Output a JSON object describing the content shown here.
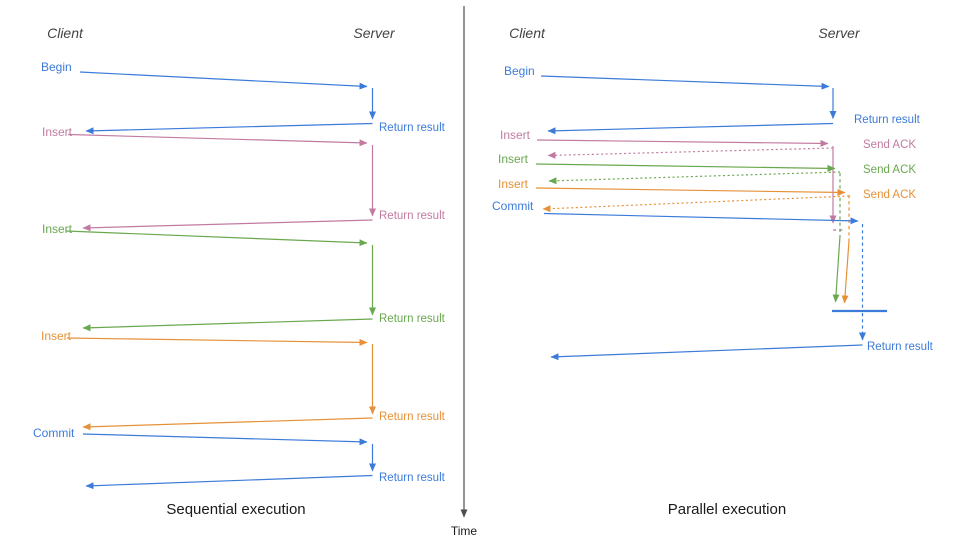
{
  "colors": {
    "blue": "#3c7bd9",
    "pink": "#c27ba0",
    "green": "#6aa84f",
    "orange": "#e69138",
    "axis": "#4d4d4d",
    "header": "#434343",
    "title": "#1a1a1a"
  },
  "time_axis": {
    "label": "Time"
  },
  "sequential": {
    "client_header": "Client",
    "server_header": "Server",
    "title": "Sequential execution",
    "calls": [
      {
        "label": "Begin",
        "result": "Return result",
        "color": "blue"
      },
      {
        "label": "Insert",
        "result": "Return result",
        "color": "pink"
      },
      {
        "label": "Insert",
        "result": "Return result",
        "color": "green"
      },
      {
        "label": "Insert",
        "result": "Return result",
        "color": "orange"
      },
      {
        "label": "Commit",
        "result": "Return result",
        "color": "blue"
      }
    ]
  },
  "parallel": {
    "client_header": "Client",
    "server_header": "Server",
    "title": "Parallel execution",
    "calls": [
      {
        "label": "Begin",
        "result": "Return result",
        "color": "blue"
      },
      {
        "label": "Insert",
        "result": "Send ACK",
        "color": "pink"
      },
      {
        "label": "Insert",
        "result": "Send ACK",
        "color": "green"
      },
      {
        "label": "Insert",
        "result": "Send ACK",
        "color": "orange"
      },
      {
        "label": "Commit",
        "result": "Return result",
        "color": "blue"
      }
    ]
  }
}
